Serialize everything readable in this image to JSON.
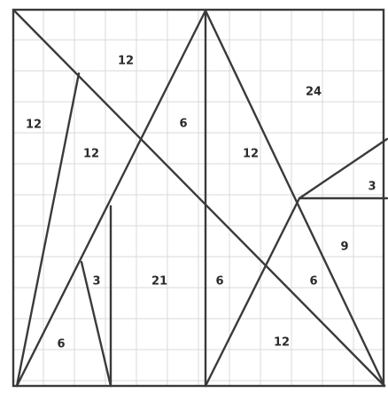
{
  "colors": {
    "background": "#ffffff",
    "grid": "#d9d9d9",
    "line": "#3a3a3a",
    "label": "#2a2a2a"
  },
  "labels": {
    "top_left": "12",
    "left_upper": "12",
    "inner_left": "12",
    "center_small": "6",
    "center_right": "12",
    "top_right": "24",
    "right_edge": "3",
    "right_middle": "9",
    "lower_left_small": "3",
    "lower_middle": "21",
    "lower_center": "6",
    "lower_right": "6",
    "bottom_left": "6",
    "bottom_center": "12"
  }
}
